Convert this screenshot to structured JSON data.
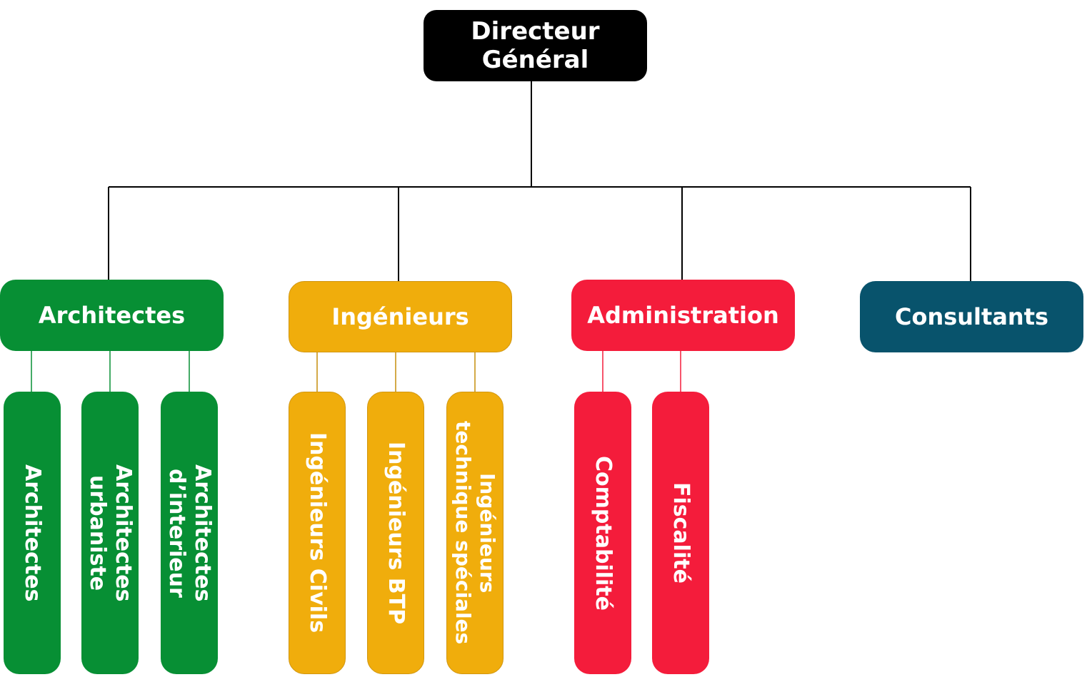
{
  "diagram": {
    "root": {
      "label": "Directeur Général",
      "color": "#000000"
    },
    "departments": [
      {
        "label": "Architectes",
        "color": "#078f34",
        "children": [
          {
            "lines": [
              "Architectes"
            ]
          },
          {
            "lines": [
              "Architectes",
              "urbaniste"
            ]
          },
          {
            "lines": [
              "Architectes",
              "d’interieur"
            ]
          }
        ]
      },
      {
        "label": "Ingénieurs",
        "color": "#f0ad0c",
        "children": [
          {
            "lines": [
              "Ingénieurs Civils"
            ]
          },
          {
            "lines": [
              "Ingénieurs BTP"
            ]
          },
          {
            "lines": [
              "Ingénieurs",
              "technique spéciales"
            ]
          }
        ]
      },
      {
        "label": "Administration",
        "color": "#f41c3b",
        "children": [
          {
            "lines": [
              "Comptabilité"
            ]
          },
          {
            "lines": [
              "Fiscalité"
            ]
          }
        ]
      },
      {
        "label": "Consultants",
        "color": "#08536c",
        "children": []
      }
    ]
  }
}
